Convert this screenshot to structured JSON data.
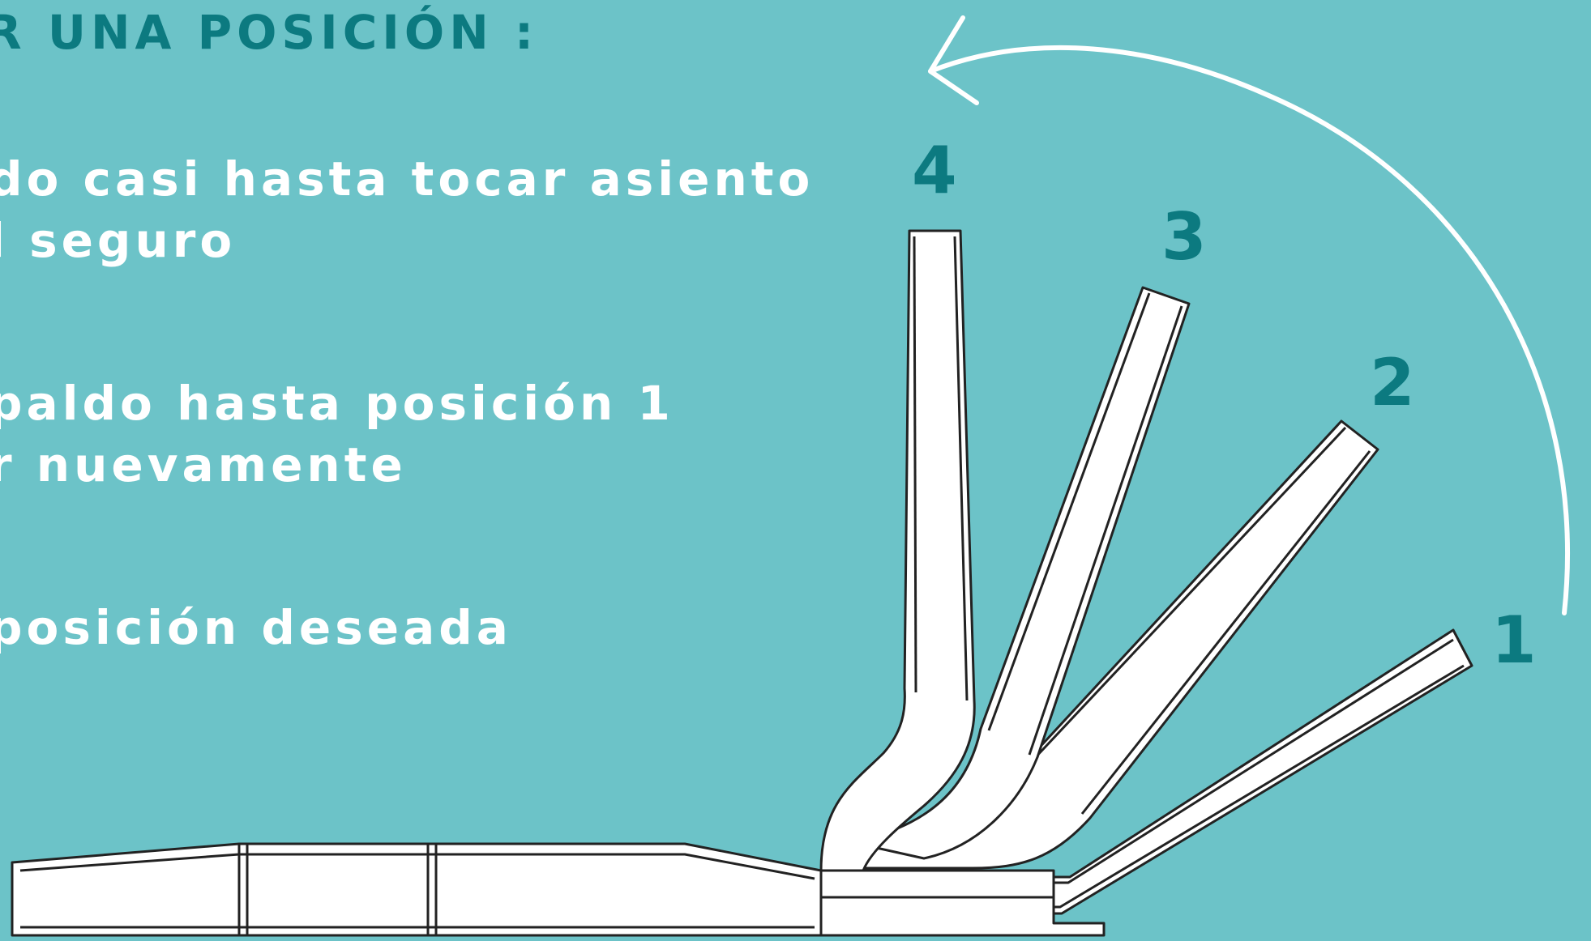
{
  "heading": "R UNA POSICIÓN :",
  "steps": [
    {
      "line1": "do casi hasta tocar asiento",
      "line2": "l seguro"
    },
    {
      "line1": "paldo hasta posición 1",
      "line2": "r nuevamente"
    },
    {
      "line1": "posición deseada",
      "line2": ""
    }
  ],
  "positions": [
    "1",
    "2",
    "3",
    "4"
  ],
  "colors": {
    "background": "#6cc3c8",
    "accent": "#0c7a80",
    "text": "#ffffff",
    "line": "#222222"
  },
  "icons": [
    "rotation-arrow-icon"
  ]
}
